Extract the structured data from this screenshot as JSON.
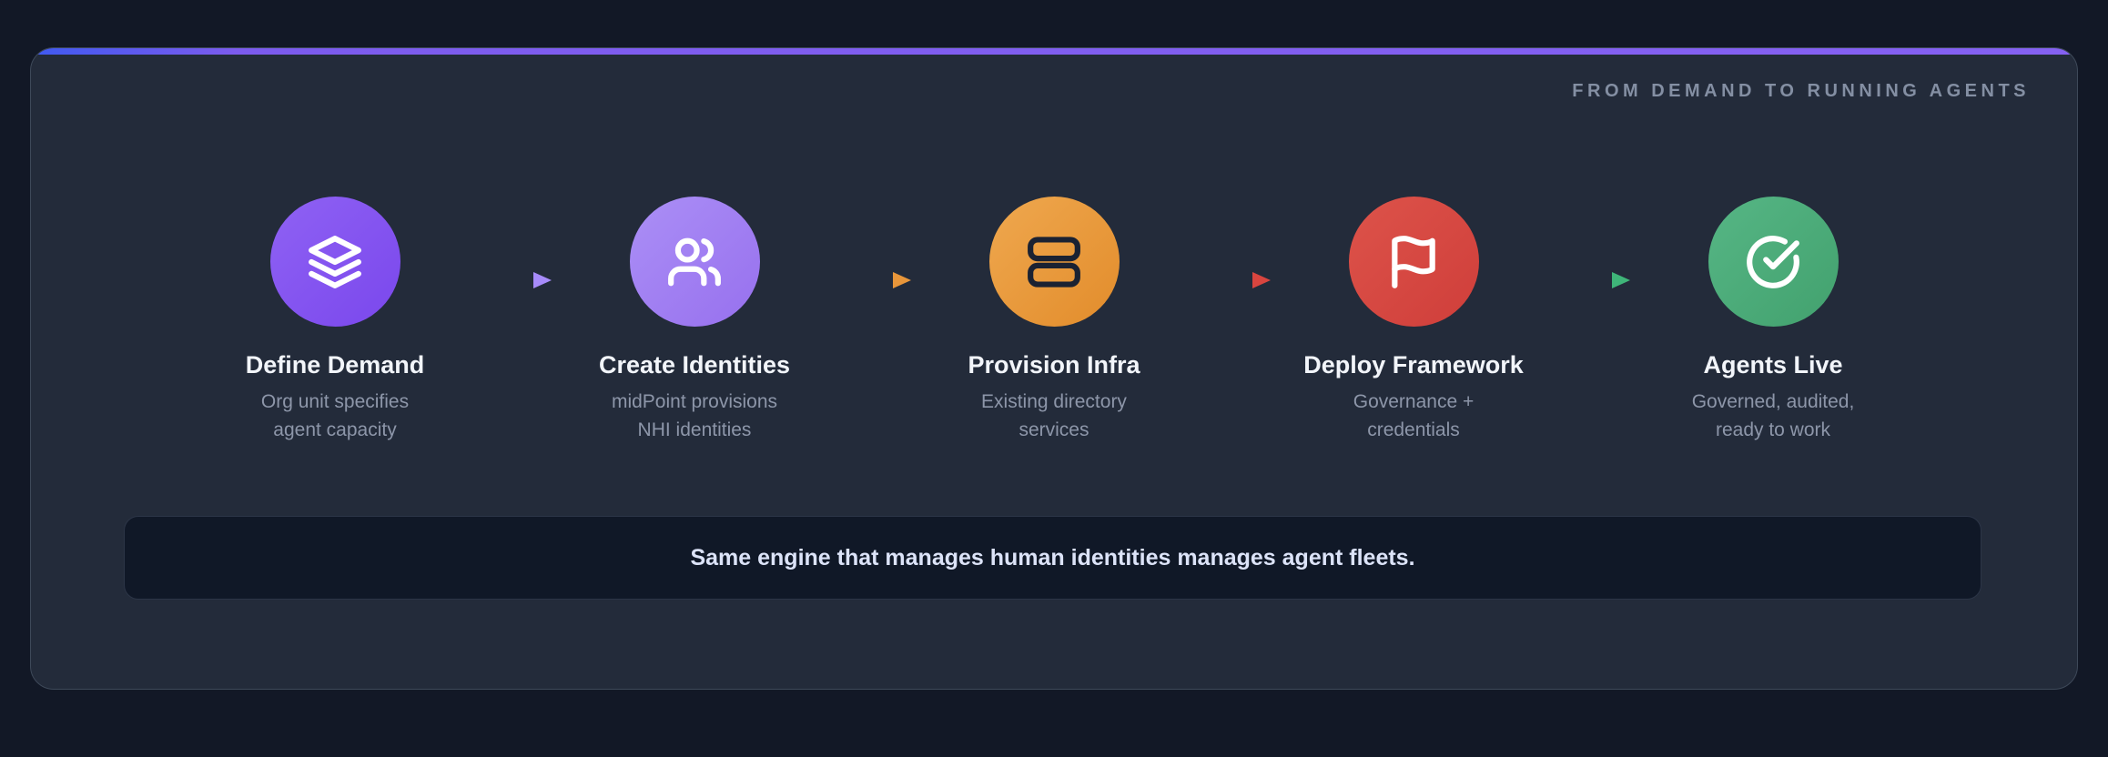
{
  "header": {
    "title": "FROM DEMAND TO RUNNING AGENTS"
  },
  "steps": [
    {
      "title": "Define Demand",
      "subtitle": "Org unit specifies\nagent capacity",
      "icon": "layers-icon",
      "colors": {
        "from": "#8f62f4",
        "to": "#7a47ec",
        "icon": "#ffffff"
      }
    },
    {
      "title": "Create Identities",
      "subtitle": "midPoint provisions\nNHI identities",
      "icon": "users-icon",
      "colors": {
        "from": "#ab8ff6",
        "to": "#9770ee",
        "icon": "#ffffff"
      }
    },
    {
      "title": "Provision Infra",
      "subtitle": "Existing directory\nservices",
      "icon": "server-icon",
      "colors": {
        "from": "#efa84f",
        "to": "#e28c2b",
        "icon": "#1b2232"
      }
    },
    {
      "title": "Deploy Framework",
      "subtitle": "Governance +\ncredentials",
      "icon": "flag-icon",
      "colors": {
        "from": "#dd534a",
        "to": "#cf3e3a",
        "icon": "#ffffff"
      }
    },
    {
      "title": "Agents Live",
      "subtitle": "Governed, audited,\nready to work",
      "icon": "check-circle-icon",
      "colors": {
        "from": "#56b685",
        "to": "#42a16e",
        "icon": "#ffffff"
      }
    }
  ],
  "arrows": [
    {
      "from": "#8b5cf6",
      "to": "#a78bfa"
    },
    {
      "from": "#a78bfa",
      "to": "#e8963a"
    },
    {
      "from": "#e8963a",
      "to": "#d9453f"
    },
    {
      "from": "#d9453f",
      "to": "#3fb579"
    }
  ],
  "banner": {
    "text": "Same engine that manages human identities manages agent fleets."
  },
  "colors": {
    "page_bg": "#121826",
    "card_bg": "#232b3a",
    "card_border": "#3e4959",
    "accent_from": "#3f5af0",
    "accent_to": "#8561f2",
    "header_fg": "#848fa3",
    "title_fg": "#f2f5fa",
    "subtitle_fg": "#8d96a9",
    "banner_bg": "#101827",
    "banner_border": "#2c3547",
    "banner_fg": "#dce3f8"
  }
}
